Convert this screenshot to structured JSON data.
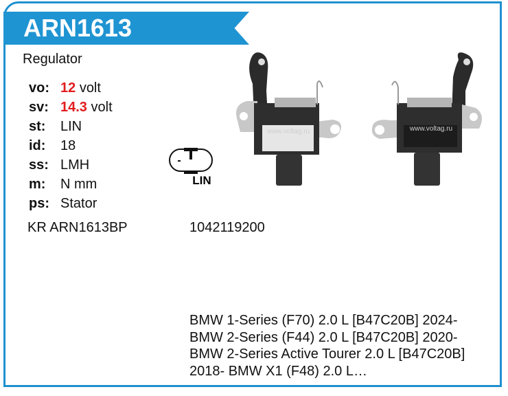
{
  "header": {
    "title": "ARN1613"
  },
  "product": {
    "type": "Regulator"
  },
  "specs": [
    {
      "label": "vo:",
      "value": "12",
      "unit": "volt"
    },
    {
      "label": "sv:",
      "value": "14.3",
      "unit": "volt"
    },
    {
      "label": "st:",
      "value": "LIN"
    },
    {
      "label": "id:",
      "value": "18"
    },
    {
      "label": "ss:",
      "value": "LMH"
    },
    {
      "label": "m:",
      "value": "N mm"
    },
    {
      "label": "ps:",
      "value": "Stator"
    }
  ],
  "connector": {
    "plus": "-",
    "label": "LIN"
  },
  "cross_ref": {
    "kr": "KR ARN1613BP",
    "oem": "1042119200"
  },
  "applications": "BMW 1-Series (F70) 2.0 L [B47C20B] 2024- BMW 2-Series (F44) 2.0 L [B47C20B] 2020- BMW 2-Series Active Tourer 2.0 L [B47C20B] 2018- BMW X1 (F48) 2.0 L…",
  "watermark": "www.voltag.ru",
  "colors": {
    "accent": "#1f94d2",
    "value_red": "#e01c1c"
  }
}
